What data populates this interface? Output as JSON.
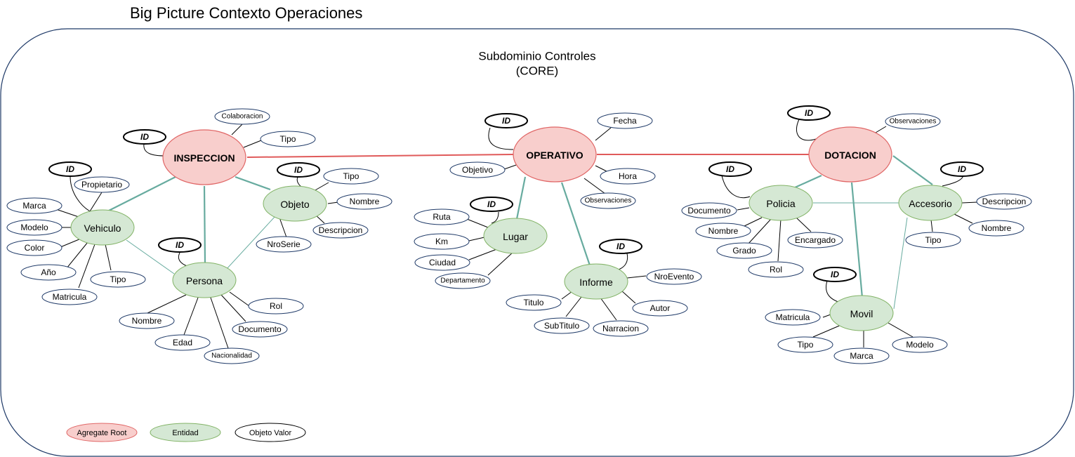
{
  "title": "Big Picture Contexto Operaciones",
  "subdomain": {
    "name": "Subdominio Controles",
    "kind": "(CORE)"
  },
  "colors": {
    "aggregate_fill": "#f8cecc",
    "aggregate_stroke": "#e06666",
    "aggregate_text": "#8b0000",
    "entity_fill": "#d5e8d4",
    "entity_stroke": "#82b366",
    "entity_text": "#1f4d1f",
    "value_stroke": "#1f3a68",
    "boundary_stroke": "#1f3a68",
    "root_link": "#e05a5a",
    "entity_link": "#67ab9f"
  },
  "nodes": {
    "inspeccion": "INSPECCION",
    "operativo": "OPERATIVO",
    "dotacion": "DOTACION",
    "vehiculo": "Vehiculo",
    "persona": "Persona",
    "objeto": "Objeto",
    "lugar": "Lugar",
    "informe": "Informe",
    "policia": "Policia",
    "accesorio": "Accesorio",
    "movil": "Movil"
  },
  "ids": {
    "inspeccion": "ID",
    "vehiculo": "ID",
    "objeto": "ID",
    "persona": "ID",
    "operativo": "ID",
    "lugar": "ID",
    "informe": "ID",
    "dotacion": "ID",
    "policia": "ID",
    "accesorio": "ID",
    "movil": "ID"
  },
  "attributes": {
    "inspeccion": {
      "colaboracion": "Colaboracion",
      "tipo": "Tipo"
    },
    "vehiculo": {
      "propietario": "Propietario",
      "marca": "Marca",
      "modelo": "Modelo",
      "color": "Color",
      "anio": "Año",
      "matricula": "Matricula",
      "tipo": "Tipo"
    },
    "objeto": {
      "tipo": "Tipo",
      "nombre": "Nombre",
      "descripcion": "Descripcion",
      "nroserie": "NroSerie"
    },
    "persona": {
      "rol": "Rol",
      "documento": "Documento",
      "nacionalidad": "Nacionalidad",
      "edad": "Edad",
      "nombre": "Nombre"
    },
    "operativo": {
      "fecha": "Fecha",
      "hora": "Hora",
      "observaciones": "Observaciones",
      "objetivo": "Objetivo"
    },
    "lugar": {
      "ruta": "Ruta",
      "km": "Km",
      "ciudad": "Ciudad",
      "departamento": "Departamento"
    },
    "informe": {
      "nroevento": "NroEvento",
      "autor": "Autor",
      "narracion": "Narracion",
      "subtitulo": "SubTitulo",
      "titulo": "Titulo"
    },
    "dotacion": {
      "observaciones": "Observaciones"
    },
    "policia": {
      "documento": "Documento",
      "nombre": "Nombre",
      "grado": "Grado",
      "rol": "Rol",
      "encargado": "Encargado"
    },
    "accesorio": {
      "descripcion": "Descripcion",
      "nombre": "Nombre",
      "tipo": "Tipo"
    },
    "movil": {
      "matricula": "Matricula",
      "tipo": "Tipo",
      "marca": "Marca",
      "modelo": "Modelo"
    }
  },
  "legend": {
    "aggregate_root": "Agregate Root",
    "entidad": "Entidad",
    "objeto_valor": "Objeto Valor"
  }
}
